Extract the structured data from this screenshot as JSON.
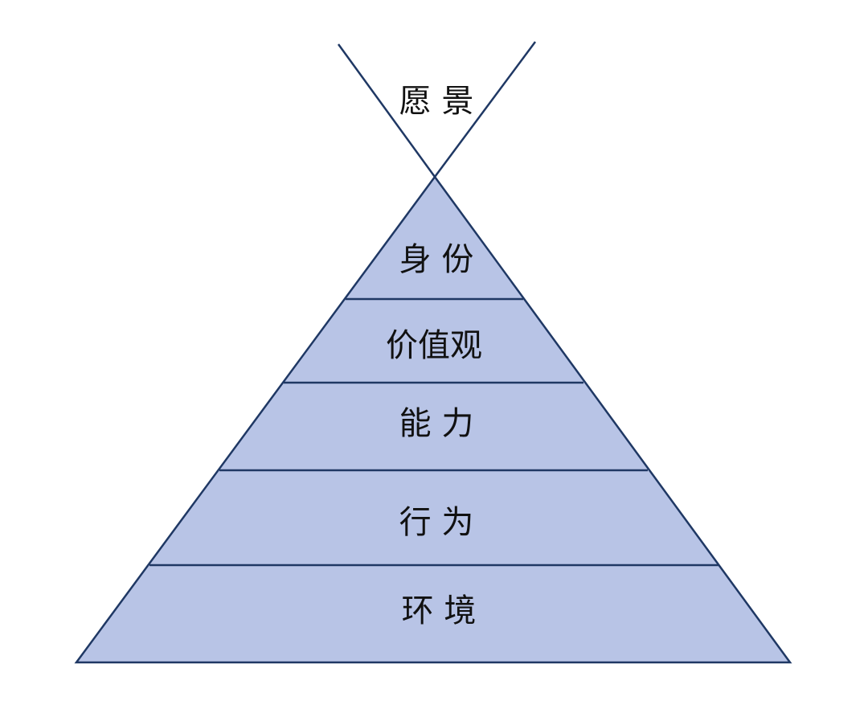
{
  "diagram": {
    "vision_label": "愿 景",
    "levels": [
      "身 份",
      "价值观",
      "能 力",
      "行 为",
      "环 境"
    ],
    "colors": {
      "fill": "#b8c4e6",
      "stroke": "#1f3864",
      "text": "#111111"
    }
  }
}
